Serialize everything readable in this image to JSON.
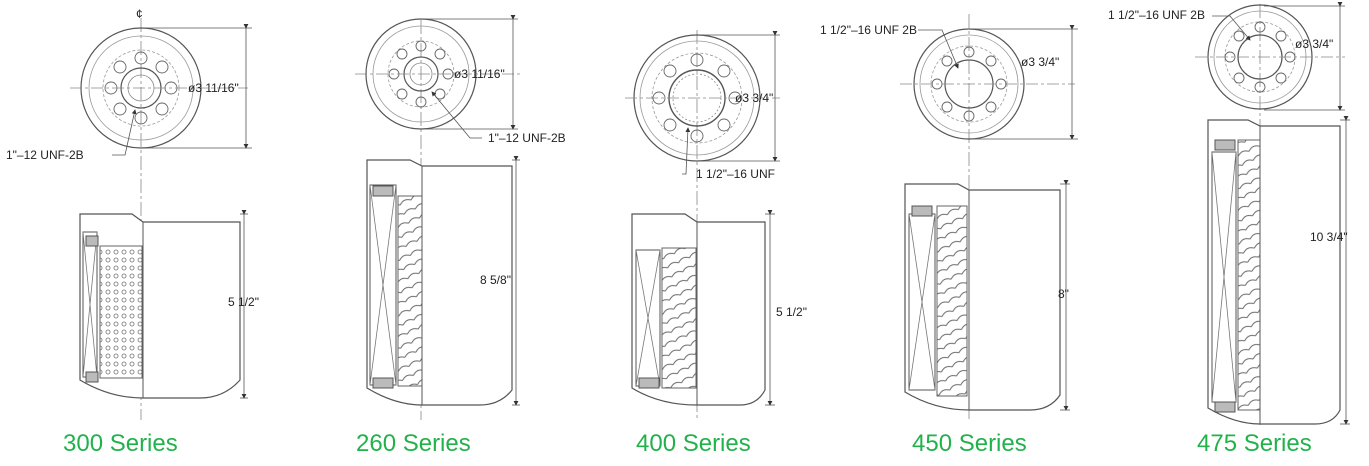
{
  "filters": [
    {
      "series": "300 Series",
      "diameter": "ø3 11/16\"",
      "thread": "1\"–12 UNF-2B",
      "height": "5 1/2\"",
      "centerline": "¢"
    },
    {
      "series": "260 Series",
      "diameter": "ø3 11/16\"",
      "thread": "1\"–12 UNF-2B",
      "height": "8 5/8\""
    },
    {
      "series": "400 Series",
      "diameter": "ø3 3/4\"",
      "thread": "1 1/2\"–16 UNF",
      "height": "5 1/2\""
    },
    {
      "series": "450 Series",
      "diameter": "ø3 3/4\"",
      "thread": "1 1/2\"–16 UNF 2B",
      "height": "8\""
    },
    {
      "series": "475 Series",
      "diameter": "ø3 3/4\"",
      "thread": "1 1/2\"–16 UNF 2B",
      "height": "10 3/4\""
    }
  ],
  "colors": {
    "title": "#22b24c",
    "line": "#555555"
  }
}
